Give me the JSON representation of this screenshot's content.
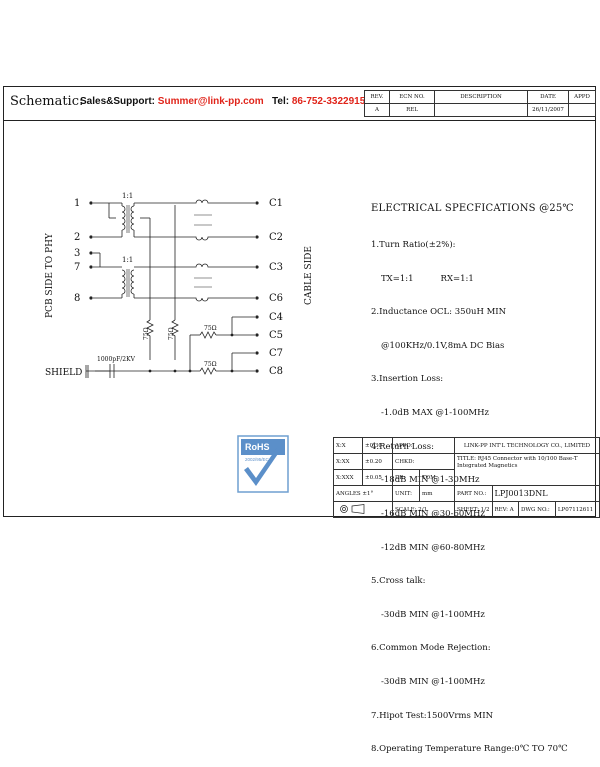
{
  "header": {
    "schematic_label": "Schematic:",
    "sales_label": "Sales&Support:",
    "sales_email": "Summer@link-pp.com",
    "tel_label": "Tel:",
    "tel_number": "86-752-3322915"
  },
  "revision_table": {
    "headers": [
      "REV.",
      "ECN NO.",
      "DESCRIPTION",
      "DATE",
      "APPD"
    ],
    "row": [
      "A",
      "REL",
      "",
      "26/11/2007",
      ""
    ]
  },
  "schematic": {
    "left_pins": [
      "1",
      "2",
      "3",
      "7",
      "8"
    ],
    "right_pins": [
      "C1",
      "C2",
      "C3",
      "C6",
      "C4",
      "C5",
      "C7",
      "C8"
    ],
    "ratio_top": "1:1",
    "ratio_bottom": "1:1",
    "left_side_label": "PCB SIDE TO PHY",
    "right_side_label": "CABLE SIDE",
    "resistor_label": "75Ω",
    "capacitor_label": "1000pF/2KV",
    "shield_label": "SHIELD"
  },
  "specs": {
    "title": "ELECTRICAL SPECFICATIONS @25℃",
    "lines": [
      "1.Turn Ratio(±2%):",
      "TX=1:1          RX=1:1",
      "2.Inductance OCL: 350uH MIN",
      "@100KHz/0.1V,8mA DC Bias",
      "3.Insertion Loss:",
      "-1.0dB MAX @1-100MHz",
      "4.Return Loss:",
      "-18dB MIN @1-30MHz",
      "-16dB MIN @30-60MHz",
      "-12dB MIN @60-80MHz",
      "5.Cross talk:",
      "-30dB MIN @1-100MHz",
      "6.Common Mode Rejection:",
      "-30dB MIN @1-100MHz",
      "7.Hipot Test:1500Vrms MIN",
      "8.Operating Temperature Range:0℃ TO 70℃"
    ]
  },
  "rohs": {
    "text": "RoHS",
    "subtext": "2002/95/EC"
  },
  "title_block": {
    "tol_x": "X:X",
    "tol_x_val": "±0.30",
    "tol_xx": "X:XX",
    "tol_xx_val": "±0.20",
    "tol_xxx": "X:XXX",
    "tol_xxx_val": "±0.05",
    "angles": "ANGLES ±1°",
    "appd": "APPD:",
    "chkd": "CHKD:",
    "dr": "DR:",
    "dr_name": "TOM",
    "unit": "UNIT:",
    "unit_val": "mm",
    "company": "LINK-PP INT'L TECHNOLOGY CO., LIMITED",
    "title_label": "TITLE:",
    "title_text": "RJ45 Connector with 10/100 Base-T Integrated Magnetics",
    "part_label": "PART NO.:",
    "part_no": "LPJ0013DNL",
    "scale_label": "SCALE:",
    "scale_val": "2/1",
    "sheet_label": "SHEET:",
    "sheet_val": "1/2",
    "rev_label": "REV:",
    "rev_val": "A",
    "dwg_label": "DWG NO.:",
    "dwg_no": "LP07112611"
  }
}
